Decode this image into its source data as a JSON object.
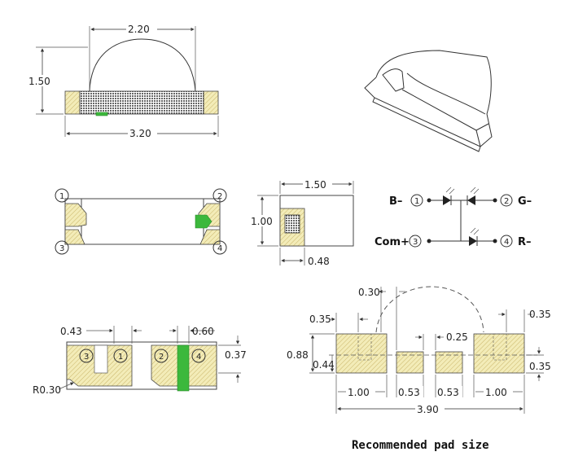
{
  "top_view": {
    "dim_width_top": "2.20",
    "dim_height": "1.50",
    "dim_width_bottom": "3.20"
  },
  "bottom_view": {
    "pin1": "1",
    "pin2": "2",
    "pin3": "3",
    "pin4": "4"
  },
  "side_view": {
    "dim_width": "1.50",
    "dim_height": "1.00",
    "dim_lens": "0.48"
  },
  "schematic": {
    "b_label": "B–",
    "g_label": "G–",
    "com_label": "Com+",
    "r_label": "R–",
    "pin1": "1",
    "pin2": "2",
    "pin3": "3",
    "pin4": "4"
  },
  "pad_view": {
    "dim_043": "0.43",
    "dim_060": "0.60",
    "dim_037": "0.37",
    "radius": "R0.30",
    "pin3": "3",
    "pin1": "1",
    "pin2": "2",
    "pin4": "4"
  },
  "recommended": {
    "dim_030": "0.30",
    "dim_035_left": "0.35",
    "dim_035_right_top": "0.35",
    "dim_025": "0.25",
    "dim_088": "0.88",
    "dim_044": "0.44",
    "dim_035_right_bottom": "0.35",
    "dim_100_left": "1.00",
    "dim_053_a": "0.53",
    "dim_053_b": "0.53",
    "dim_100_right": "1.00",
    "dim_390": "3.90",
    "caption": "Recommended pad size"
  }
}
